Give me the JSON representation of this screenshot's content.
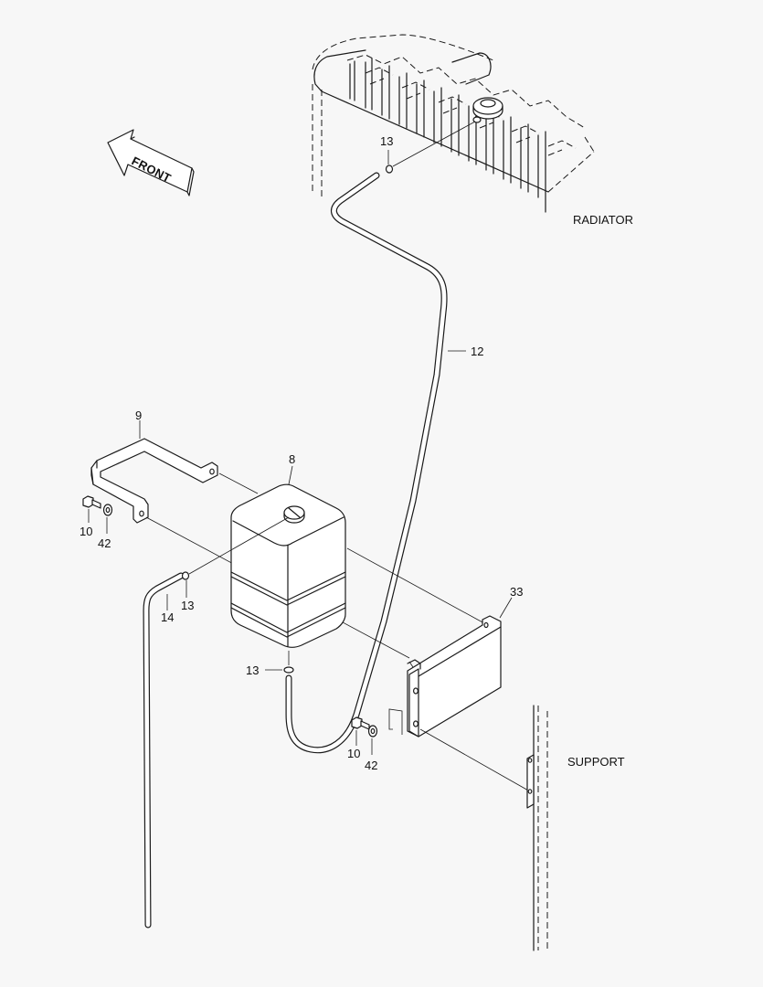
{
  "labels": {
    "front": "FRONT",
    "radiator": "RADIATOR",
    "support": "SUPPORT",
    "p13_top": "13",
    "p12": "12",
    "p9": "9",
    "p8": "8",
    "p10_left": "10",
    "p42_left": "42",
    "p13_mid": "13",
    "p14": "14",
    "p33": "33",
    "p13_bottom": "13",
    "p10_right": "10",
    "p42_right": "42"
  }
}
